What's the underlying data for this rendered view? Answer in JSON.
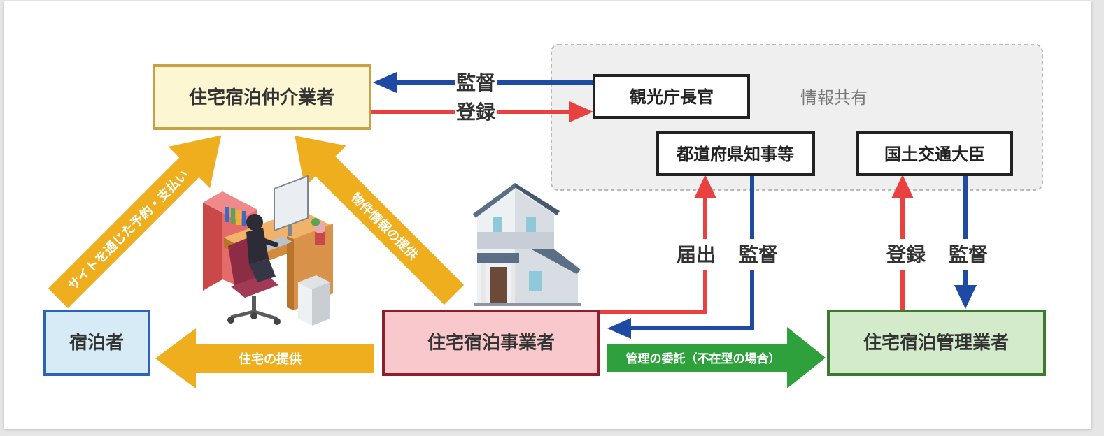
{
  "nodes": {
    "broker": "住宅宿泊仲介業者",
    "commissioner": "観光庁長官",
    "governor": "都道府県知事等",
    "minister": "国土交通大臣",
    "guest": "宿泊者",
    "operator": "住宅宿泊事業者",
    "manager": "住宅宿泊管理業者"
  },
  "labels": {
    "info_share": "情報共有",
    "supervise_top": "監督",
    "register_top": "登録",
    "notify": "届出",
    "supervise_gov": "監督",
    "register_min": "登録",
    "supervise_min": "監督",
    "booking_payment": "サイトを通じた予約・支払い",
    "property_info": "物件情報の提供",
    "housing_provision": "住宅の提供",
    "entrust": "管理の委託（不在型の場合）"
  },
  "colors": {
    "blue": "#1f4aa3",
    "red": "#e8413f",
    "orange": "#eeae1e",
    "green": "#2ea13c"
  }
}
